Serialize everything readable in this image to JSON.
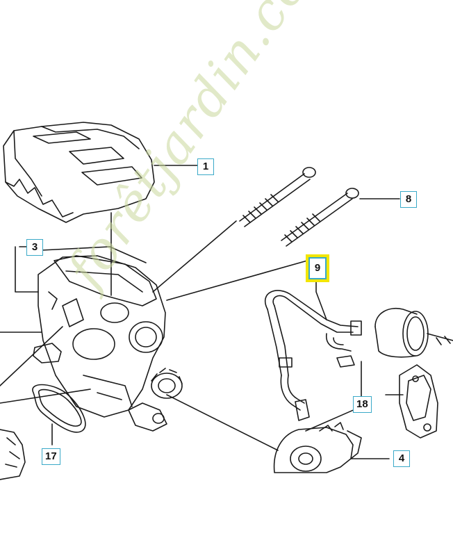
{
  "callouts": {
    "c1": "1",
    "c3": "3",
    "c8": "8",
    "c9": "9",
    "c18": "18",
    "c17": "17",
    "c4": "4"
  },
  "watermark": "forêtjardin.com",
  "colors": {
    "line": "#1a1a1a",
    "callout_border": "#3aa9c8",
    "highlight": "#f2e600",
    "watermark": "#c9d89c"
  }
}
